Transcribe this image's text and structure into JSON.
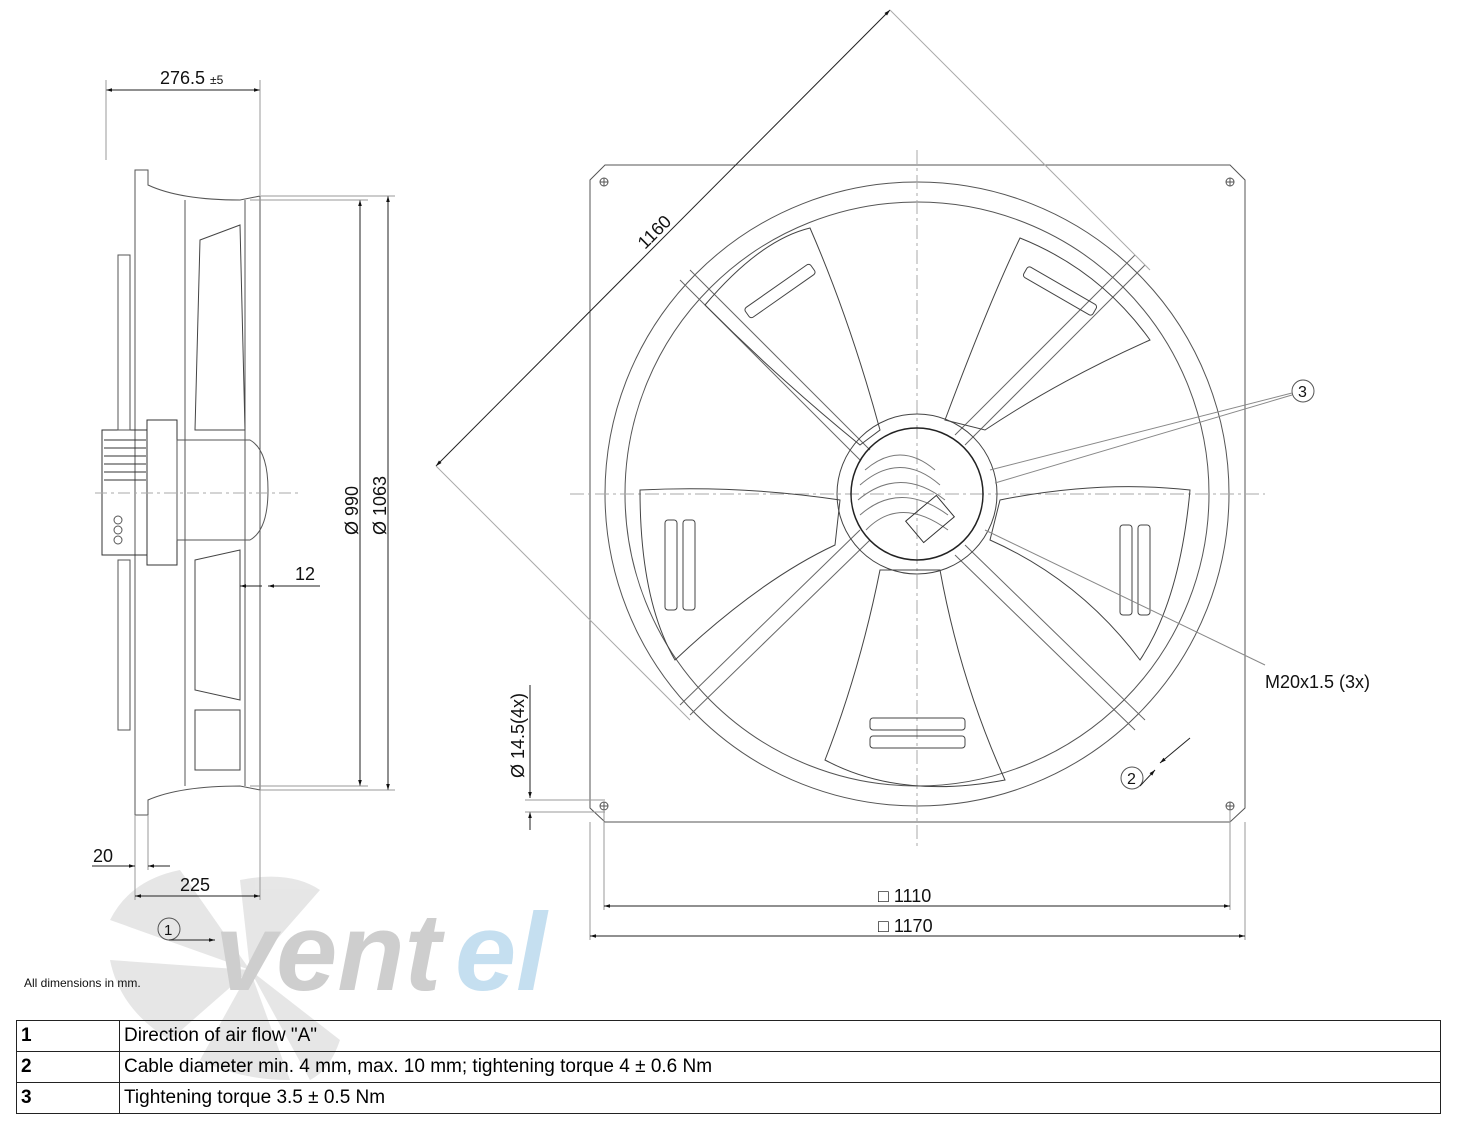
{
  "drawing": {
    "type": "Axial fan dimensional drawing",
    "side_view": {
      "dim_overall_depth": "276.5",
      "dim_overall_depth_tolerance": "±5",
      "dim_inner_diameter": "Ø 990",
      "dim_outer_diameter": "Ø 1063",
      "dim_blade_offset": "12",
      "dim_flange": "20",
      "dim_depth": "225",
      "airflow_marker": "1"
    },
    "front_view": {
      "dim_diagonal": "1160",
      "dim_hole_spacing": "□ 1110",
      "dim_plate_size": "□ 1170",
      "dim_mount_hole": "Ø 14.5(4x)",
      "callout_cable_gland": "M20x1.5 (3x)",
      "marker_2": "2",
      "marker_3": "3"
    },
    "note": "All dimensions in mm.",
    "watermark": {
      "left": "vent",
      "right": "el",
      "grey": "#c8c8c8",
      "blue": "#bcdcf0"
    }
  },
  "legend": [
    {
      "num": "1",
      "text": "Direction of air flow \"A\""
    },
    {
      "num": "2",
      "text": "Cable diameter min. 4 mm, max. 10 mm; tightening torque 4 ± 0.6 Nm"
    },
    {
      "num": "3",
      "text": "Tightening torque 3.5 ± 0.5 Nm"
    }
  ]
}
